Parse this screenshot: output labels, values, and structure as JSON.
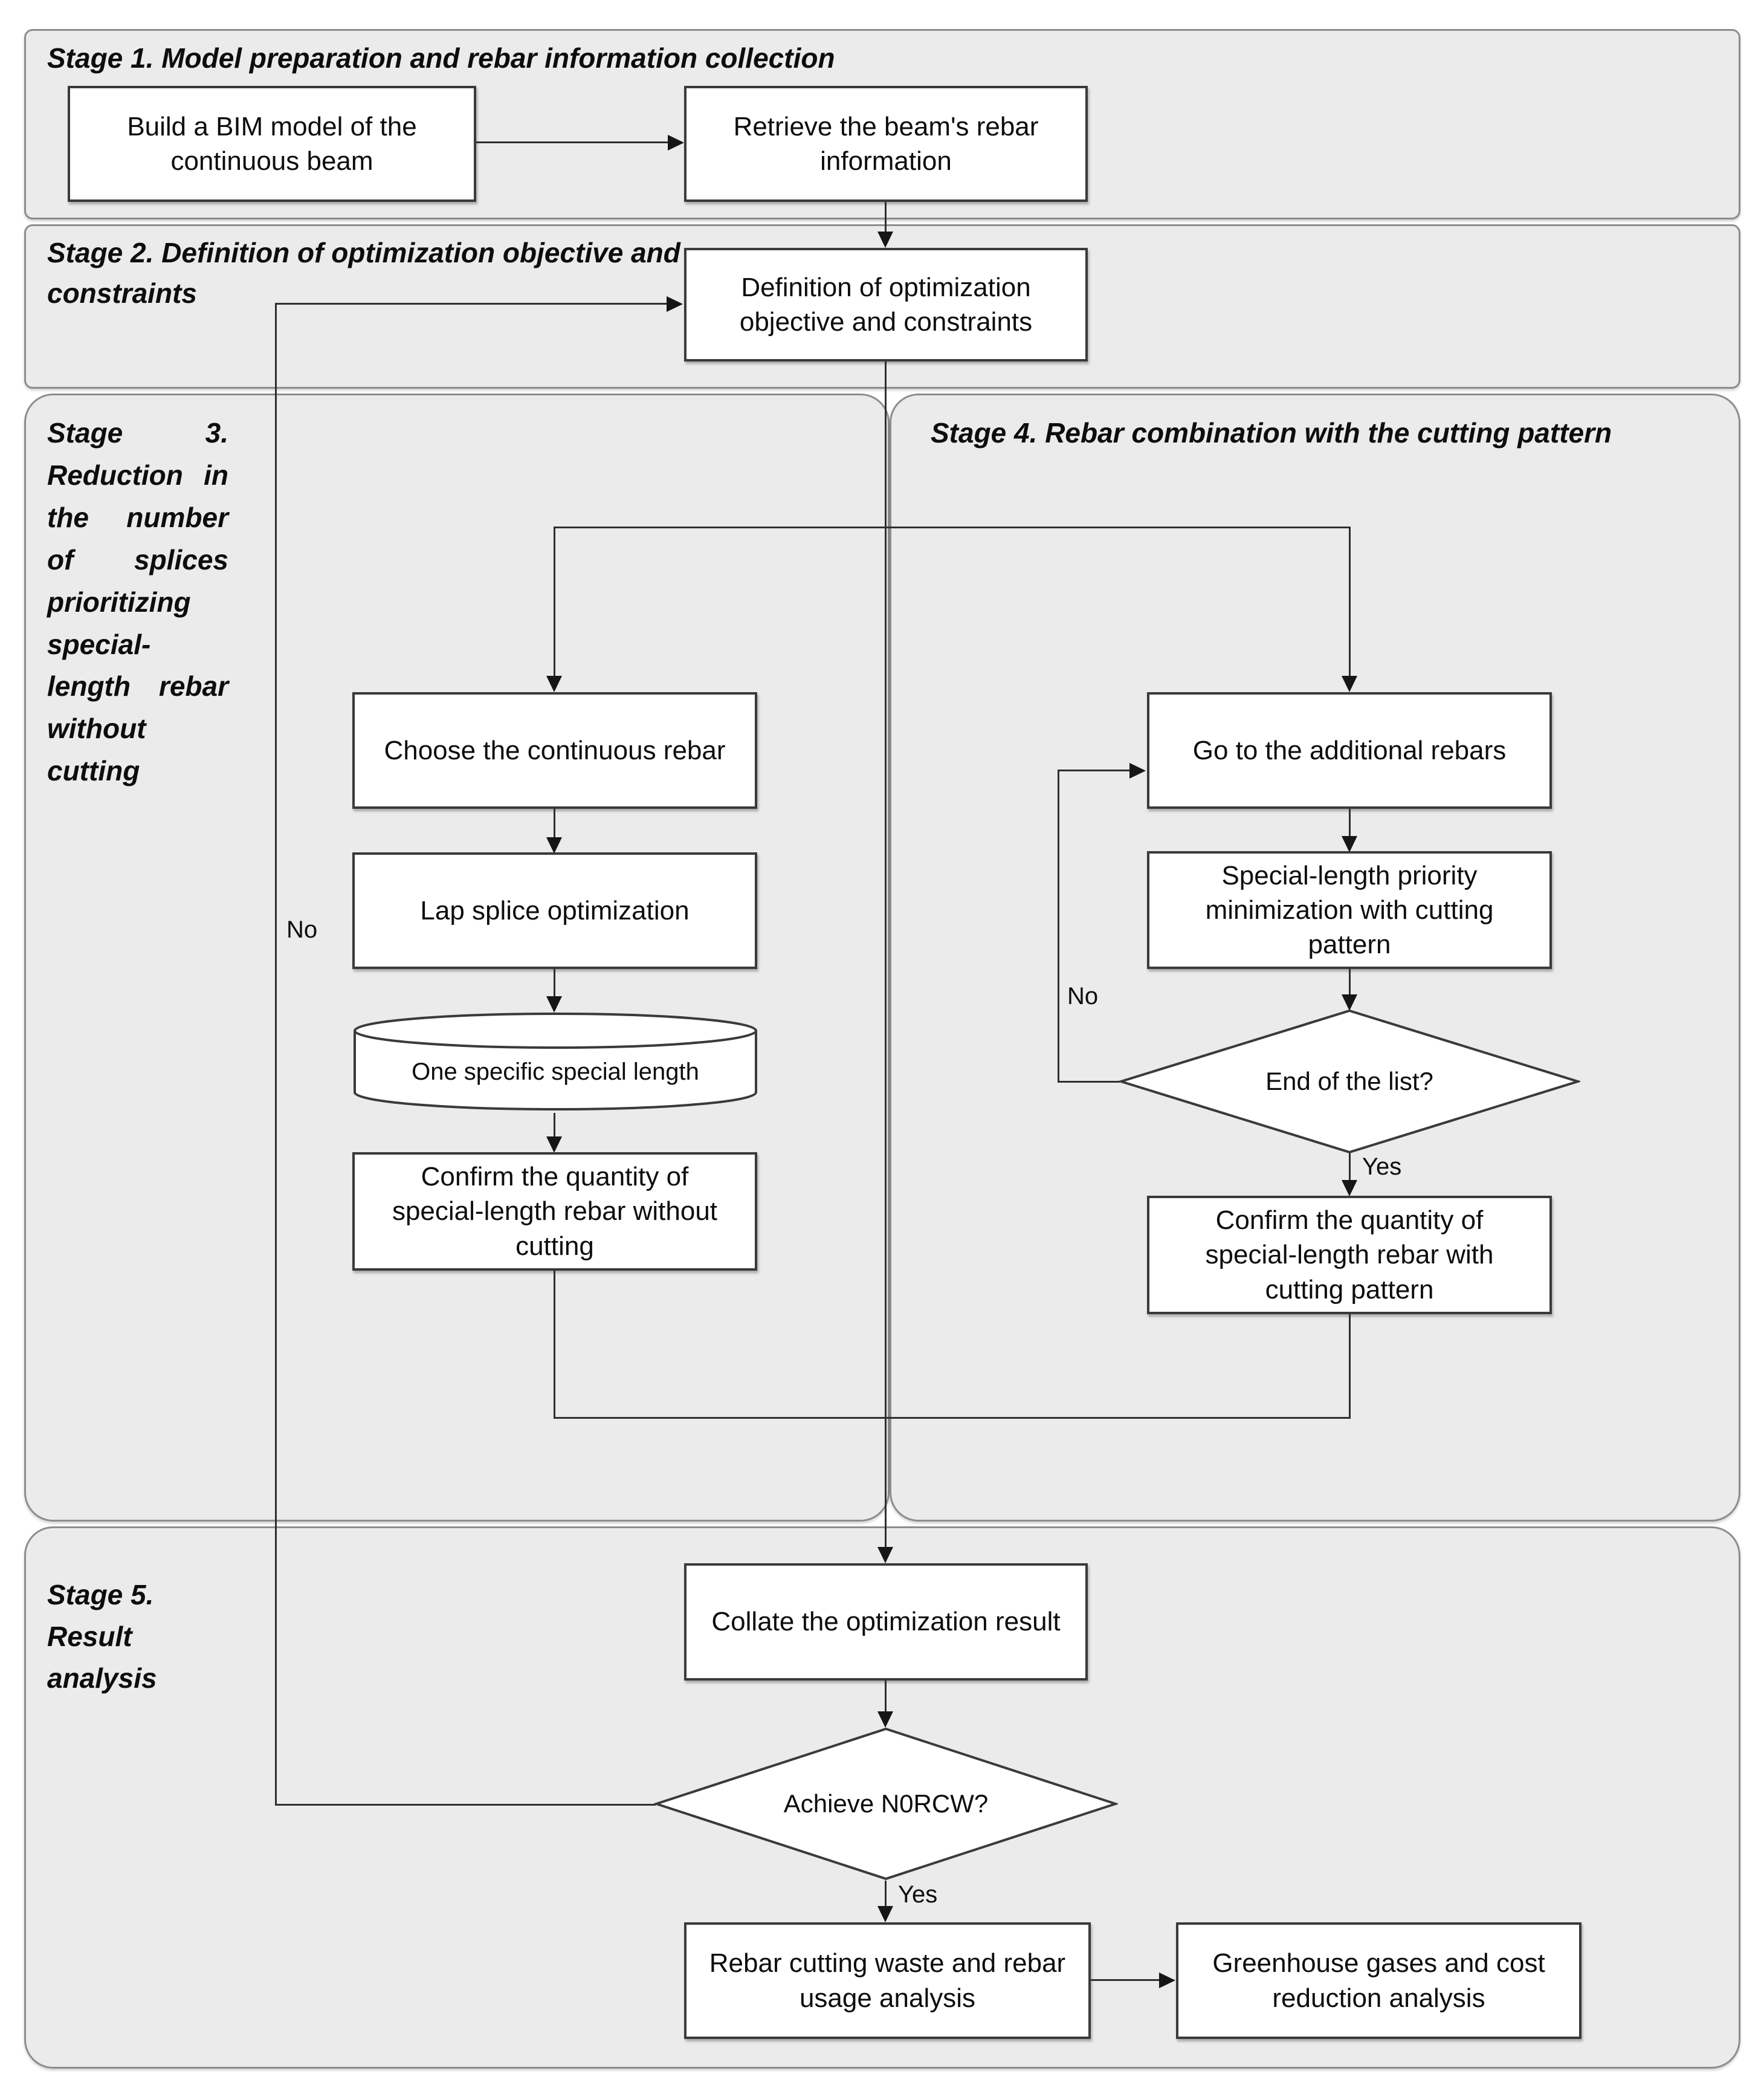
{
  "stages": {
    "s1": {
      "title": "Stage 1. Model preparation and rebar information collection"
    },
    "s2": {
      "title": "Stage 2. Definition of optimization objective and constraints"
    },
    "s3": {
      "title": "Stage 3. Reduction in the number of splices prioritizing special-length rebar without cutting"
    },
    "s4": {
      "title": "Stage 4. Rebar combination with the cutting pattern"
    },
    "s5": {
      "title": "Stage 5. Result analysis"
    }
  },
  "nodes": {
    "build_bim": "Build a BIM model of the continuous beam",
    "retrieve_rebar": "Retrieve the beam's rebar information",
    "define_objective": "Definition of optimization objective and constraints",
    "choose_rebar": "Choose the continuous rebar",
    "lap_splice": "Lap splice optimization",
    "one_special_length": "One specific special length",
    "confirm_without": "Confirm the quantity of special-length rebar without cutting",
    "go_additional": "Go to the additional rebars",
    "special_priority": "Special-length priority minimization with cutting pattern",
    "end_of_list": "End of the list?",
    "confirm_with": "Confirm the quantity of special-length rebar with cutting pattern",
    "collate": "Collate the optimization result",
    "achieve": "Achieve N0RCW?",
    "rebar_waste": "Rebar cutting waste and rebar usage analysis",
    "greenhouse": "Greenhouse gases and cost reduction analysis"
  },
  "edge_labels": {
    "no_left": "No",
    "no_right": "No",
    "yes_right": "Yes",
    "yes_bottom": "Yes"
  },
  "colors": {
    "panel_fill": "#ebebeb",
    "panel_border": "#8d8d8d",
    "node_fill": "#ffffff",
    "node_border": "#3a3a3a",
    "line": "#2f2f2f",
    "text": "#0d0d0d"
  }
}
